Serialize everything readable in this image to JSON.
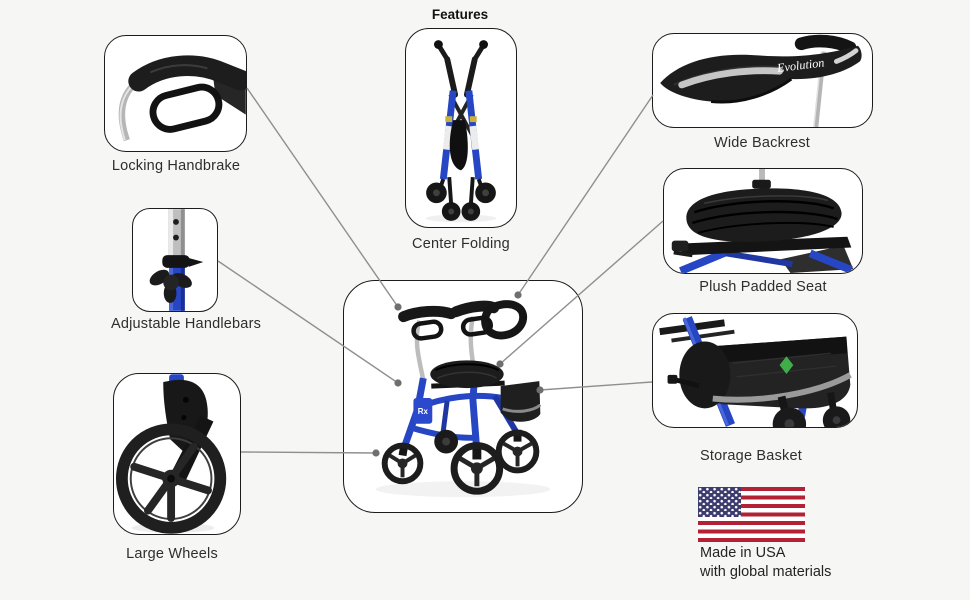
{
  "header": {
    "title": "Features"
  },
  "features": [
    {
      "id": "center-folding",
      "label": "Center Folding"
    },
    {
      "id": "locking-handbrake",
      "label": "Locking Handbrake"
    },
    {
      "id": "adjustable-handlebars",
      "label": "Adjustable Handlebars"
    },
    {
      "id": "large-wheels",
      "label": "Large Wheels"
    },
    {
      "id": "wide-backrest",
      "label": "Wide Backrest"
    },
    {
      "id": "plush-padded-seat",
      "label": "Plush Padded Seat"
    },
    {
      "id": "storage-basket",
      "label": "Storage Basket"
    }
  ],
  "product_marks": {
    "backrest_brand": "Evolution",
    "frame_tag": "Rx"
  },
  "origin": {
    "line1": "Made in USA",
    "line2": "with global materials",
    "flag_icon": "us-flag-icon"
  },
  "colors": {
    "background": "#f6f6f5",
    "box_fill": "#ffffff",
    "box_border": "#1c1c1c",
    "connector_line": "#8f8f8f",
    "callout_dot": "#6f6f6f",
    "frame_blue": "#2746c4",
    "flag_red": "#b22234",
    "flag_navy": "#3c3b6e",
    "logo_green": "#3fae49",
    "text": "#2e2e2e"
  }
}
